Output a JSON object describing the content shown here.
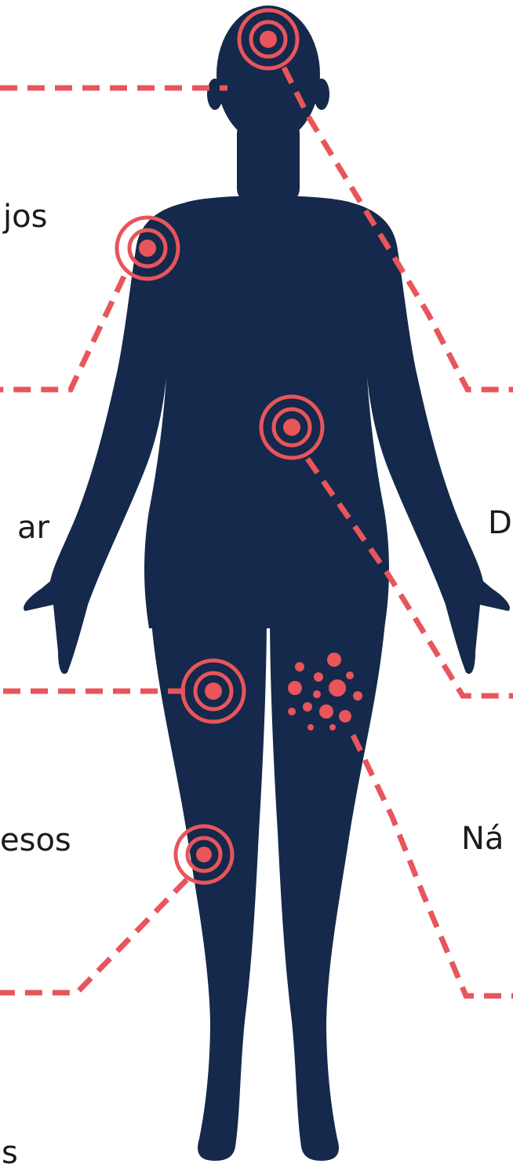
{
  "colors": {
    "body": "#14294b",
    "accent": "#e8555b",
    "text": "#1b1b1b",
    "background": "#ffffff"
  },
  "labels": {
    "eyes": "jos",
    "muscle": "ar",
    "bones": "esos",
    "last": "s",
    "right_1": "D",
    "right_2": "Ná"
  },
  "markers": [
    {
      "name": "head-pain-marker-icon"
    },
    {
      "name": "shoulder-pain-marker-icon"
    },
    {
      "name": "abdomen-pain-marker-icon"
    },
    {
      "name": "hip-pain-marker-icon"
    },
    {
      "name": "knee-pain-marker-icon"
    },
    {
      "name": "skin-rash-dots-icon"
    }
  ]
}
